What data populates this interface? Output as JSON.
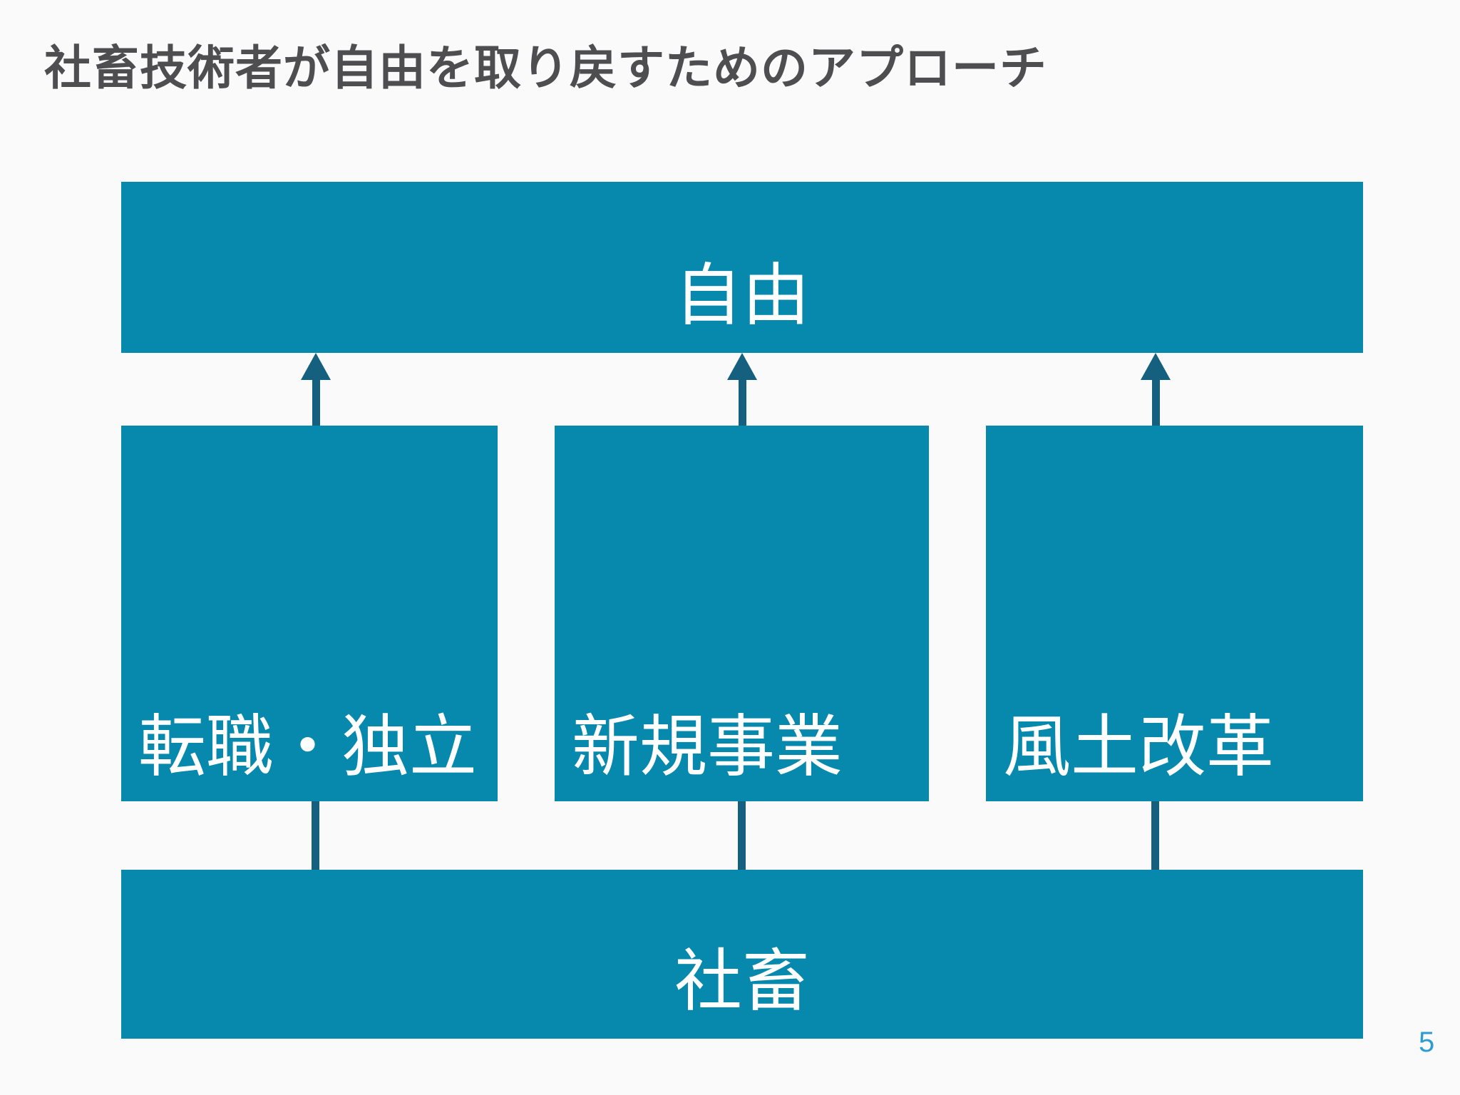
{
  "slide": {
    "title": "社畜技術者が自由を取り戻すためのアプローチ",
    "page_number": "5"
  },
  "diagram": {
    "top_box": {
      "label": "自由"
    },
    "middle_boxes": [
      {
        "label": "転職・独立"
      },
      {
        "label": "新規事業"
      },
      {
        "label": "風土改革"
      }
    ],
    "bottom_box": {
      "label": "社畜"
    },
    "connector_names": [
      "up-arrow",
      "up-arrow",
      "up-arrow",
      "plain-line",
      "plain-line",
      "plain-line"
    ],
    "colors": {
      "box_fill": "#0789AD",
      "connector": "#14607E",
      "title_text": "#4E4E50",
      "box_text": "#FFFFFF",
      "page_number": "#2E9BD2",
      "background": "#FAFAFA"
    }
  }
}
